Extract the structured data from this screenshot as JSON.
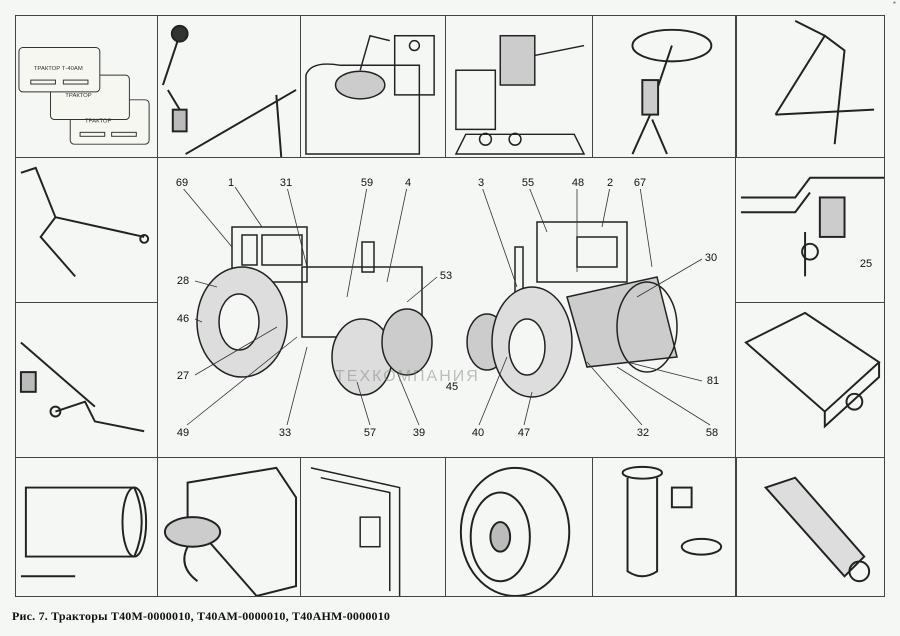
{
  "caption": "Рис. 7. Тракторы Т40М-0000010, Т40АМ-0000010, Т40АНМ-0000010",
  "watermark": "ТЕХКОМПАНИЯ",
  "plate_text": "ТРАКТОР Т-40АМ",
  "corner_mark": "*",
  "callouts": {
    "n69": "69",
    "n1": "1",
    "n31": "31",
    "n59": "59",
    "n4": "4",
    "n3": "3",
    "n55": "55",
    "n48": "48",
    "n2": "2",
    "n67": "67",
    "n30": "30",
    "n53": "53",
    "n28": "28",
    "n46": "46",
    "n27": "27",
    "n45": "45",
    "n81": "81",
    "n49": "49",
    "n33": "33",
    "n57": "57",
    "n39": "39",
    "n40": "40",
    "n47": "47",
    "n32": "32",
    "n58": "58",
    "n25": "25"
  }
}
